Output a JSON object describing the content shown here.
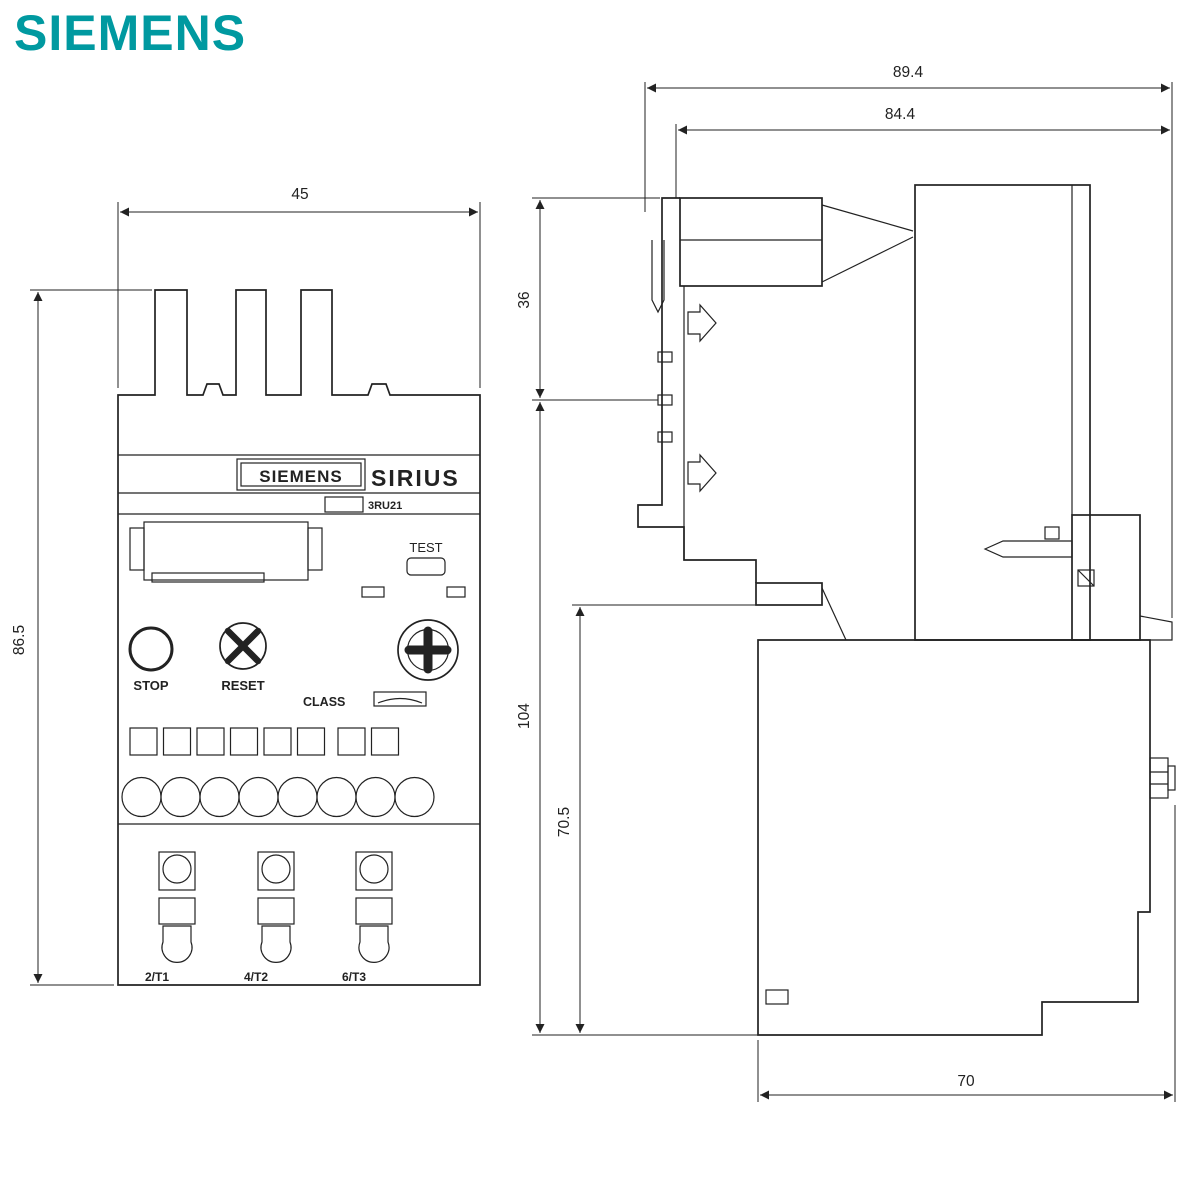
{
  "page": {
    "background": "#ffffff",
    "line_color": "#222222"
  },
  "brand": {
    "logo_text": "SIEMENS",
    "logo_color": "#0099A0"
  },
  "front_view": {
    "dims": {
      "width": "45",
      "height": "86.5"
    },
    "labels": {
      "brand": "SIEMENS",
      "series": "SIRIUS",
      "model": "3RU21",
      "test": "TEST",
      "stop": "STOP",
      "reset": "RESET",
      "class": "CLASS"
    },
    "terminals": [
      "2/T1",
      "4/T2",
      "6/T3"
    ]
  },
  "side_view": {
    "dims": {
      "overall_width": "89.4",
      "body_width": "84.4",
      "upper_height": "36",
      "height": "104",
      "lower_height": "70.5",
      "depth": "70"
    }
  }
}
